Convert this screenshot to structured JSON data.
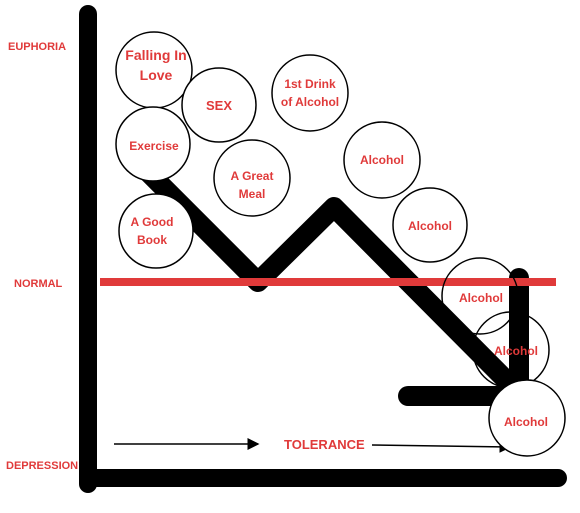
{
  "axis_labels": {
    "top": "EUPHORIA",
    "middle": "NORMAL",
    "bottom": "DEPRESSION"
  },
  "tolerance_label": "TOLERANCE",
  "bubbles": {
    "falling_in_love": [
      "Falling In",
      "Love"
    ],
    "sex": [
      "SEX"
    ],
    "first_drink": [
      "1st Drink",
      "of Alcohol"
    ],
    "exercise": [
      "Exercise"
    ],
    "great_meal": [
      "A Great",
      "Meal"
    ],
    "alcohol_1": [
      "Alcohol"
    ],
    "good_book": [
      "A Good",
      "Book"
    ],
    "alcohol_2": [
      "Alcohol"
    ],
    "alcohol_3": [
      "Alcohol"
    ],
    "alcohol_4": [
      "Alcohol"
    ],
    "alcohol_5": [
      "Alcohol"
    ]
  },
  "colors": {
    "accent": "#e03a3a",
    "line": "#000000",
    "background": "#ffffff"
  }
}
